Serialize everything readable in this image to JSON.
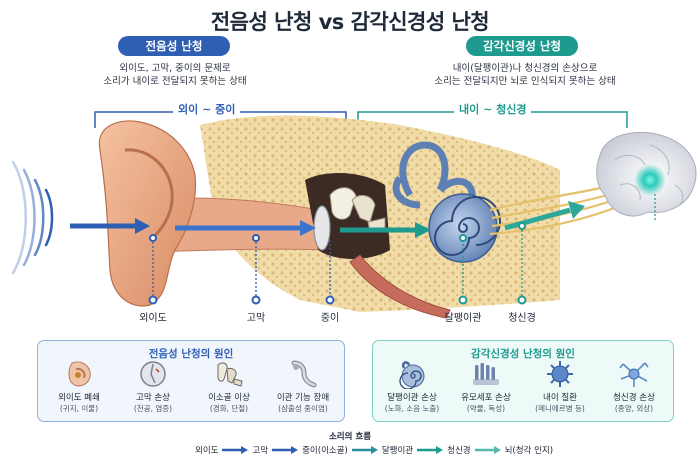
{
  "title": "전음성 난청 vs 감각신경성 난청",
  "conductive": {
    "badge": "전음성 난청",
    "desc_line1": "외이도, 고막, 중이의 문제로",
    "desc_line2": "소리가 내이로 전달되지 못하는 상태",
    "region": "외이 ~ 중이",
    "parts": [
      "외이도",
      "고막",
      "중이"
    ],
    "panel_title": "전음성 난청의 원인",
    "causes": [
      {
        "name": "외이도 폐쇄",
        "sub": "(귀지, 이물)",
        "icon": "ear-canal-icon"
      },
      {
        "name": "고막 손상",
        "sub": "(천공, 염증)",
        "icon": "eardrum-icon"
      },
      {
        "name": "이소골 이상",
        "sub": "(경화, 단절)",
        "icon": "ossicle-icon"
      },
      {
        "name": "이관 기능 장애",
        "sub": "(삼출성 중이염)",
        "icon": "eustachian-tube-icon"
      }
    ]
  },
  "sensorineural": {
    "badge": "감각신경성 난청",
    "desc_line1": "내이(달팽이관)나 청신경의 손상으로",
    "desc_line2": "소리는 전달되지만 뇌로 인식되지 못하는 상태",
    "region": "내이 ~ 청신경",
    "parts": [
      "달팽이관",
      "청신경"
    ],
    "panel_title": "감각신경성 난청의 원인",
    "causes": [
      {
        "name": "달팽이관 손상",
        "sub": "(노화, 소음 노출)",
        "icon": "cochlea-icon"
      },
      {
        "name": "유모세포 손상",
        "sub": "(약물, 독성)",
        "icon": "hair-cell-icon"
      },
      {
        "name": "내이 질환",
        "sub": "(메니에르병 등)",
        "icon": "virus-icon"
      },
      {
        "name": "청신경 손상",
        "sub": "(종양, 외상)",
        "icon": "neuron-icon"
      }
    ]
  },
  "flow": {
    "title": "소리의 흐름",
    "steps": [
      "외이도",
      "고막",
      "중이(이소골)",
      "달팽이관",
      "청신경",
      "뇌(청각 인지)"
    ]
  },
  "colors": {
    "conductive": "#2f5fb3",
    "sensorineural": "#1f9a8f",
    "dark": "#1e2a3a"
  }
}
